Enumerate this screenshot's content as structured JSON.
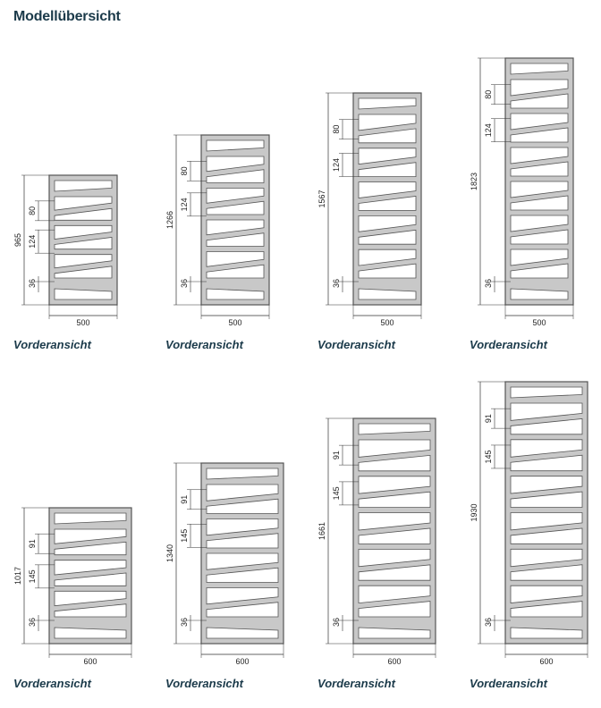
{
  "title": "Modellübersicht",
  "caption_label": "Vorderansicht",
  "colors": {
    "title": "#1b3a4a",
    "frame_fill": "#c8c8c8",
    "frame_stroke": "#555555",
    "window_fill": "#ffffff",
    "dimension_line": "#333333"
  },
  "models": [
    {
      "id": "r1c1",
      "height": "965",
      "width": "500",
      "spacing_label": "80",
      "gap_label": "124",
      "bottom_label": "36",
      "caption": "Vorderansicht"
    },
    {
      "id": "r1c2",
      "height": "1266",
      "width": "500",
      "spacing_label": "80",
      "gap_label": "124",
      "bottom_label": "36",
      "caption": "Vorderansicht"
    },
    {
      "id": "r1c3",
      "height": "1567",
      "width": "500",
      "spacing_label": "80",
      "gap_label": "124",
      "bottom_label": "36",
      "caption": "Vorderansicht"
    },
    {
      "id": "r1c4",
      "height": "1823",
      "width": "500",
      "spacing_label": "80",
      "gap_label": "124",
      "bottom_label": "36",
      "caption": "Vorderansicht"
    },
    {
      "id": "r2c1",
      "height": "1017",
      "width": "600",
      "spacing_label": "91",
      "gap_label": "145",
      "bottom_label": "36",
      "caption": "Vorderansicht"
    },
    {
      "id": "r2c2",
      "height": "1340",
      "width": "600",
      "spacing_label": "91",
      "gap_label": "145",
      "bottom_label": "36",
      "caption": "Vorderansicht"
    },
    {
      "id": "r2c3",
      "height": "1661",
      "width": "600",
      "spacing_label": "91",
      "gap_label": "145",
      "bottom_label": "36",
      "caption": "Vorderansicht"
    },
    {
      "id": "r2c4",
      "height": "1930",
      "width": "600",
      "spacing_label": "91",
      "gap_label": "145",
      "bottom_label": "36",
      "caption": "Vorderansicht"
    }
  ]
}
